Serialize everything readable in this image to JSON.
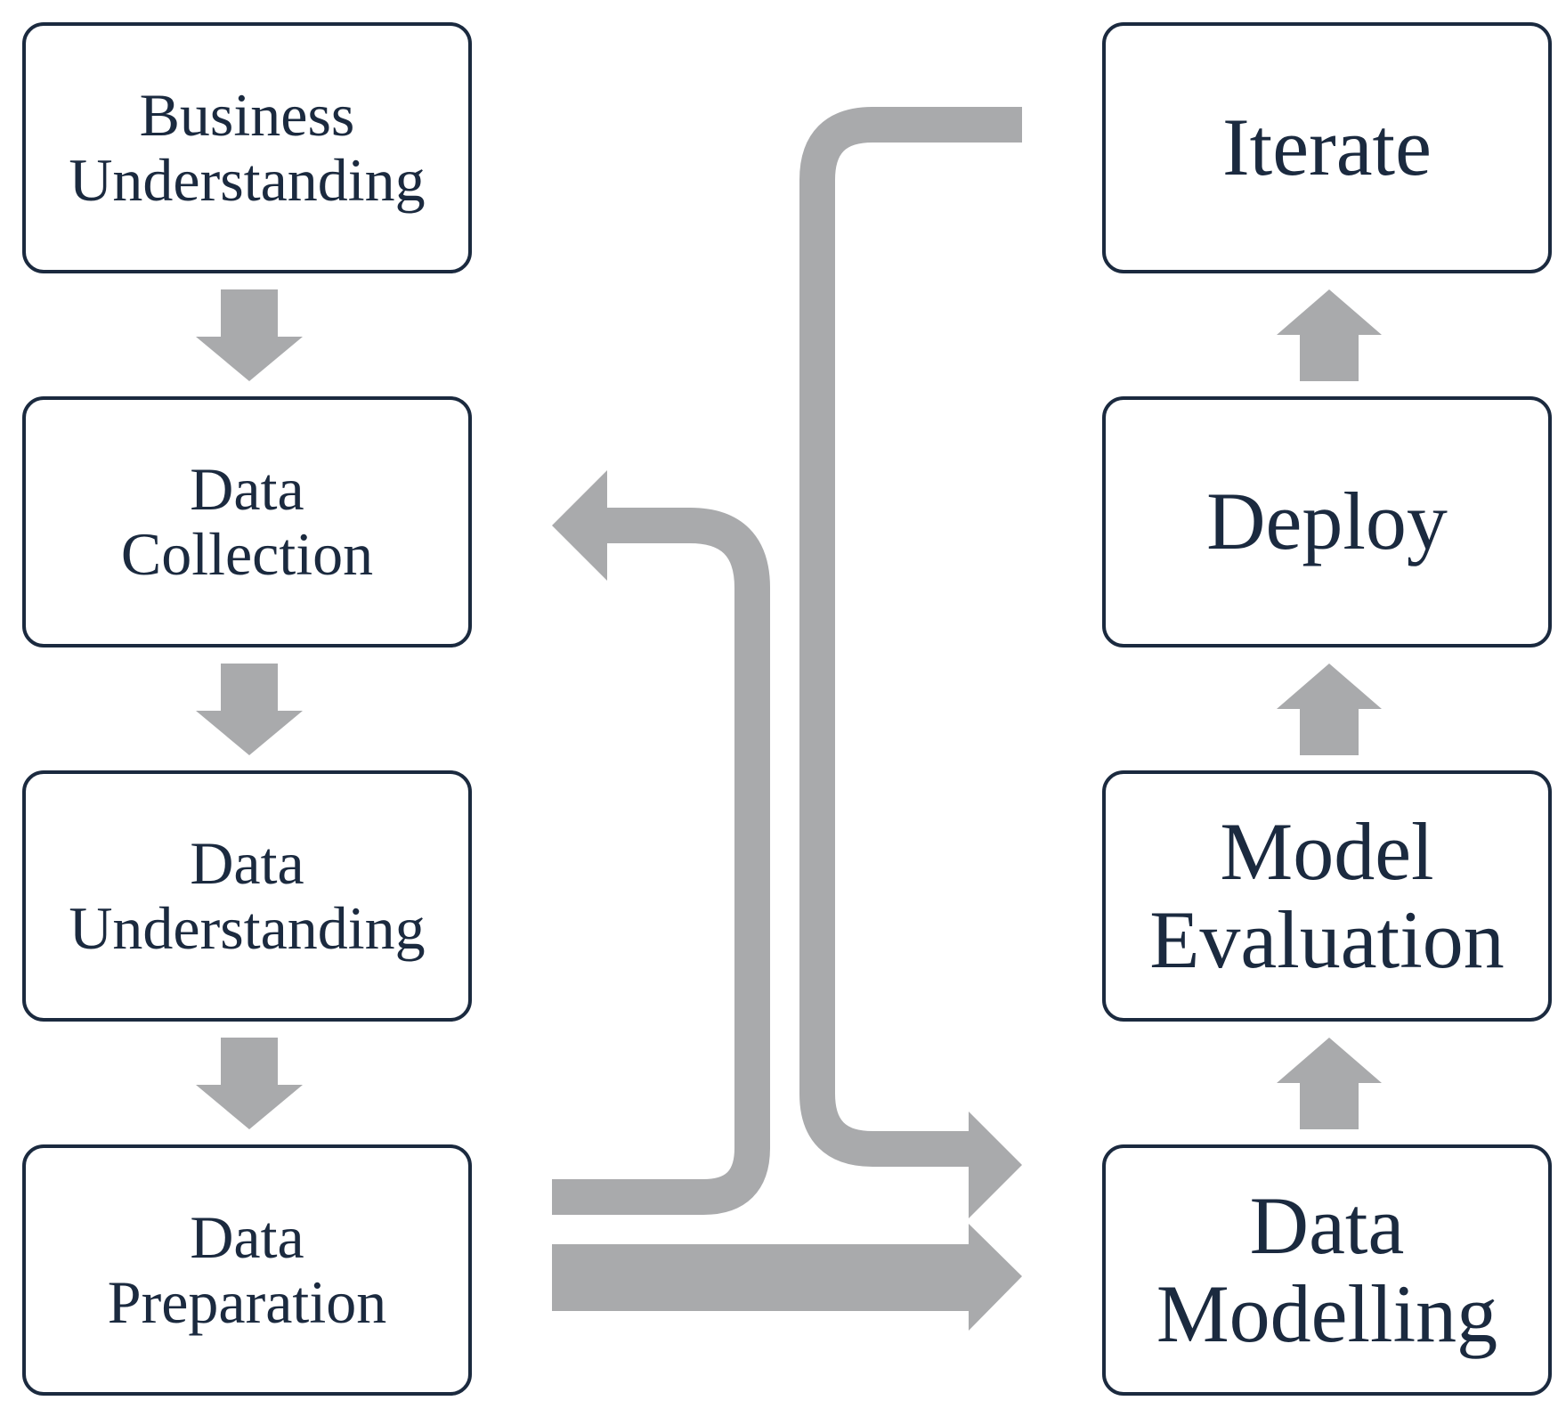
{
  "colors": {
    "box_border": "#1b2a3f",
    "text": "#1b2a3f",
    "arrow": "#a9aaac",
    "background": "#ffffff"
  },
  "stages": {
    "business_understanding": "Business\nUnderstanding",
    "data_collection": "Data\nCollection",
    "data_understanding": "Data\nUnderstanding",
    "data_preparation": "Data\nPreparation",
    "data_modelling": "Data\nModelling",
    "model_evaluation": "Model\nEvaluation",
    "deploy": "Deploy",
    "iterate": "Iterate"
  },
  "flow": [
    {
      "from": "Business Understanding",
      "to": "Data Collection"
    },
    {
      "from": "Data Collection",
      "to": "Data Understanding"
    },
    {
      "from": "Data Understanding",
      "to": "Data Preparation"
    },
    {
      "from": "Data Preparation",
      "to": "Data Modelling"
    },
    {
      "from": "Data Preparation",
      "to": "Data Collection"
    },
    {
      "from": "Data Modelling",
      "to": "Model Evaluation"
    },
    {
      "from": "Model Evaluation",
      "to": "Deploy"
    },
    {
      "from": "Deploy",
      "to": "Iterate"
    },
    {
      "from": "Iterate",
      "to": "Data Modelling"
    }
  ]
}
